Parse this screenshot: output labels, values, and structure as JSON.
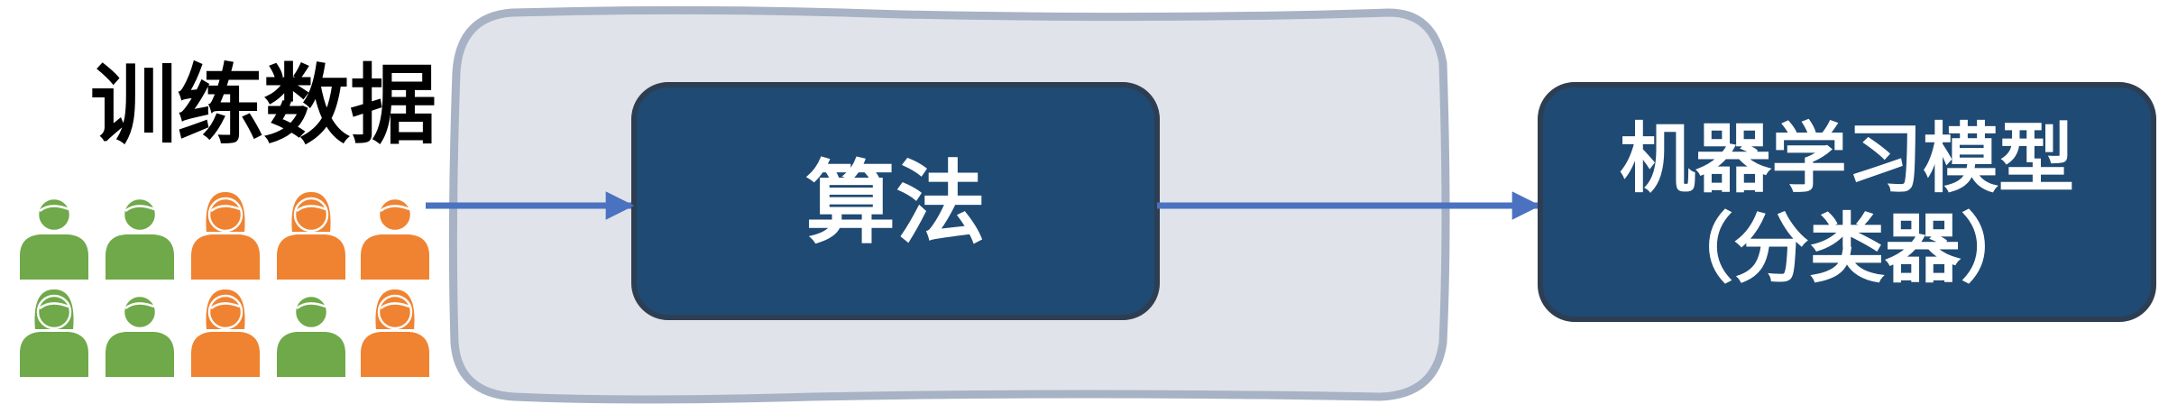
{
  "training_data": {
    "label": "训练数据",
    "people": [
      {
        "gender": "male",
        "color": "green"
      },
      {
        "gender": "male",
        "color": "green"
      },
      {
        "gender": "female",
        "color": "orange"
      },
      {
        "gender": "female",
        "color": "orange"
      },
      {
        "gender": "male",
        "color": "orange"
      },
      {
        "gender": "female",
        "color": "green"
      },
      {
        "gender": "male",
        "color": "green"
      },
      {
        "gender": "female",
        "color": "orange"
      },
      {
        "gender": "male",
        "color": "green"
      },
      {
        "gender": "female",
        "color": "orange"
      }
    ]
  },
  "algorithm": {
    "label": "算法"
  },
  "model": {
    "line1": "机器学习模型",
    "line2": "（分类器）"
  },
  "colors": {
    "green": "#6fa94a",
    "orange": "#ef8331",
    "dark_blue": "#1f4a73",
    "container_fill": "#e0e3ea",
    "container_stroke": "#a8b2c5",
    "arrow": "#4a72c0",
    "box_stroke": "#2e3e52"
  }
}
